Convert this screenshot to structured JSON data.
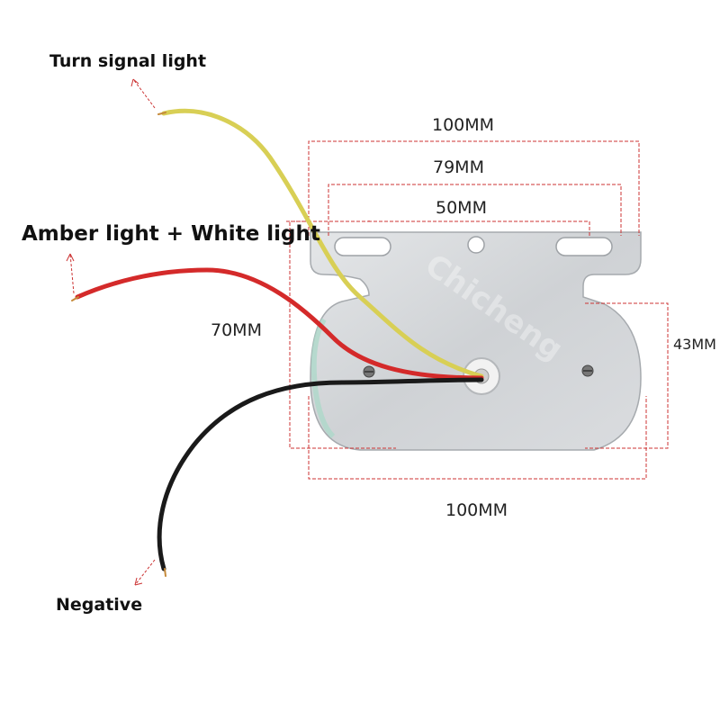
{
  "labels": {
    "turn_signal": "Turn signal light",
    "amber_white": "Amber light + White light",
    "negative": "Negative"
  },
  "dimensions": {
    "overall_width_top": "100MM",
    "slot_spacing": "79MM",
    "inner_width": "50MM",
    "height_left": "70MM",
    "body_height": "43MM",
    "body_width_bottom": "100MM"
  },
  "wires": {
    "turn_signal_color": "#d8cf55",
    "amber_white_color": "#d42a2a",
    "negative_color": "#1a1a1a"
  },
  "watermark": "Chicheng"
}
